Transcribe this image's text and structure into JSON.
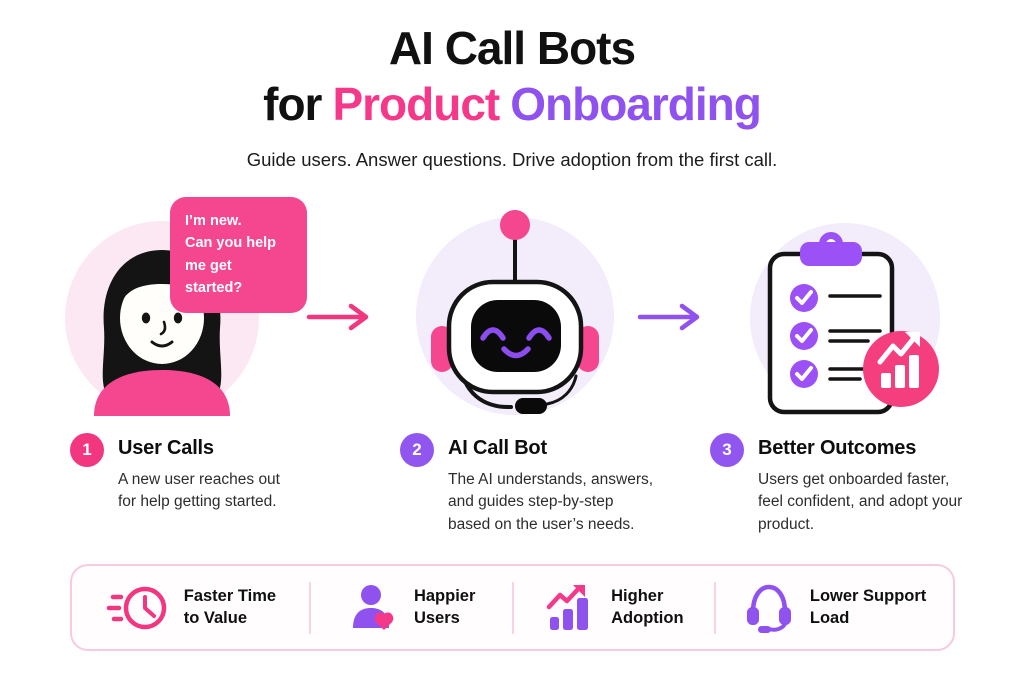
{
  "header": {
    "title_line1": "AI Call Bots",
    "title_line2": {
      "part1": "for",
      "part2": "Product",
      "part3": "Onboarding"
    },
    "subtitle": "Guide users. Answer questions. Drive adoption from the first call."
  },
  "flow": {
    "speech_bubble": {
      "lines": [
        "I’m new.",
        "Can you help",
        "me get started?"
      ]
    },
    "illustrations": [
      "calling-user-illustration",
      "ai-call-bot-illustration",
      "checklist-results-illustration"
    ],
    "arrows": [
      "pink-right-arrow",
      "purple-right-arrow"
    ]
  },
  "steps": [
    {
      "number": "1",
      "title": "User Calls",
      "description": "A new user reaches out for help getting started."
    },
    {
      "number": "2",
      "title": "AI Call Bot",
      "description": "The AI understands, answers, and guides step-by-step based on the user’s needs."
    },
    {
      "number": "3",
      "title": "Better Outcomes",
      "description": "Users get onboarded faster, feel confident, and adopt your product."
    }
  ],
  "benefits": [
    {
      "icon": "speed-clock-icon",
      "lines": [
        "Faster Time",
        "to Value"
      ]
    },
    {
      "icon": "happy-user-icon",
      "lines": [
        "Happier",
        "Users"
      ]
    },
    {
      "icon": "growth-chart-icon",
      "lines": [
        "Higher",
        "Adoption"
      ]
    },
    {
      "icon": "headset-icon",
      "lines": [
        "Lower Support",
        "Load"
      ]
    }
  ],
  "colors": {
    "pink": "#f5388a",
    "purple": "#8f52ee",
    "pink_circle_bg": "#fbe8f2",
    "purple_circle_bg": "#f2ecfb",
    "bar_border": "#f8cadf",
    "dark": "#111111"
  }
}
